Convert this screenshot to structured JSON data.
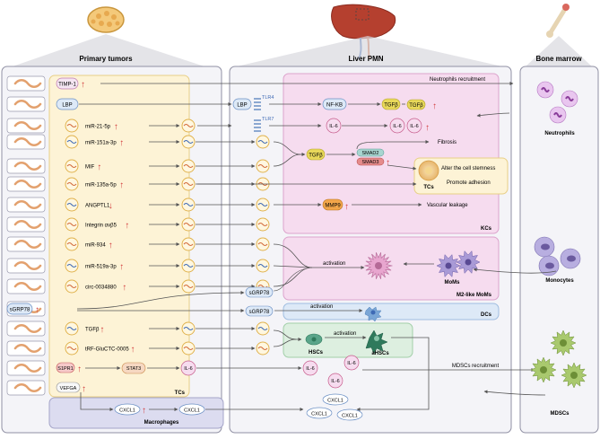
{
  "headers": {
    "primary": "Primary tumors",
    "liver": "Liver PMN",
    "bone": "Bone marrow"
  },
  "factors": [
    {
      "label": "TIMP-1",
      "arrow": "↑"
    },
    {
      "label": "LBP",
      "arrow": ""
    },
    {
      "label": "miR-21-5p",
      "arrow": "↑"
    },
    {
      "label": "miR-151a-3p",
      "arrow": "↑"
    },
    {
      "label": "MIF",
      "arrow": "↑"
    },
    {
      "label": "miR-135a-5p",
      "arrow": "↑"
    },
    {
      "label": "ANGPTL1",
      "arrow": "↓"
    },
    {
      "label": "Integrin αvβ5",
      "arrow": "↑"
    },
    {
      "label": "miR-934",
      "arrow": "↑"
    },
    {
      "label": "miR-519a-3p",
      "arrow": "↑"
    },
    {
      "label": "circ-0034880",
      "arrow": "↑"
    },
    {
      "label": "sGRP78",
      "arrow": "↑"
    },
    {
      "label": "TGFβ",
      "arrow": "↑"
    },
    {
      "label": "tRF-GluCTC-0005",
      "arrow": "↑"
    },
    {
      "label": "S1PR1",
      "arrow": "↑"
    },
    {
      "label": "VEFGA",
      "arrow": "↑"
    }
  ],
  "boxes": {
    "tcs": "TCs",
    "macrophages": "Macrophages",
    "kcs": "KCs",
    "m2": "M2-like MoMs",
    "dcs": "DCs",
    "hscs": "HSCs",
    "ahscs": "aHSCs",
    "tcs_liver": "TCs"
  },
  "liver": {
    "lbp": "LBP",
    "tlr4": "TLR4",
    "nfkb": "NF-KB",
    "tgfb1": "TGFβ",
    "tgfb2": "TGFβ",
    "tlr7": "TLR7",
    "il6a": "IL-6",
    "il6b": "IL-6",
    "il6c": "IL-6",
    "tgfb3": "TGFβ",
    "smad2": "SMAD2",
    "smad3": "SMAD3",
    "mmp9": "MMP9",
    "sgrp78a": "sGRP78",
    "sgrp78b": "sGRP78",
    "activation1": "activation",
    "activation2": "activation",
    "activation3": "activation",
    "stat3": "STAT3",
    "il6d": "IL-6",
    "il6e": "IL-6",
    "il6f": "IL-6",
    "il6g": "IL-6",
    "cxcl1a": "CXCL1",
    "cxcl1b": "CXCL1",
    "cxcl1c": "CXCL1",
    "cxcl1d": "CXCL1",
    "cxcl1e": "CXCL1"
  },
  "outcomes": {
    "neutrophils_recruit": "Neutrophils recruitment",
    "fibrosis": "Fibrosis",
    "stemness": "Alter the cell stemness",
    "adhesion": "Promote adhesion",
    "leakage": "Vascular leakage",
    "mdscs_recruit": "MDSCs recruitment"
  },
  "bone": {
    "neutrophils": "Neutrophils",
    "monocytes": "Monocytes",
    "moms": "MoMs",
    "mdscs": "MDSCs"
  },
  "colors": {
    "panel_border": "#8f8fa3",
    "panel_fill": "#f4f4f8",
    "tcs_fill": "#fdf3d6",
    "kcs_fill": "#f6dcef",
    "dcs_fill": "#dde9f7",
    "hscs_fill": "#ddefe0",
    "mac_fill": "#dcdcf0",
    "red_arrow": "#d23b3b",
    "neutrophil": "#c98ad3",
    "monocyte": "#8f7fb8",
    "mdsc": "#8fb35a"
  }
}
